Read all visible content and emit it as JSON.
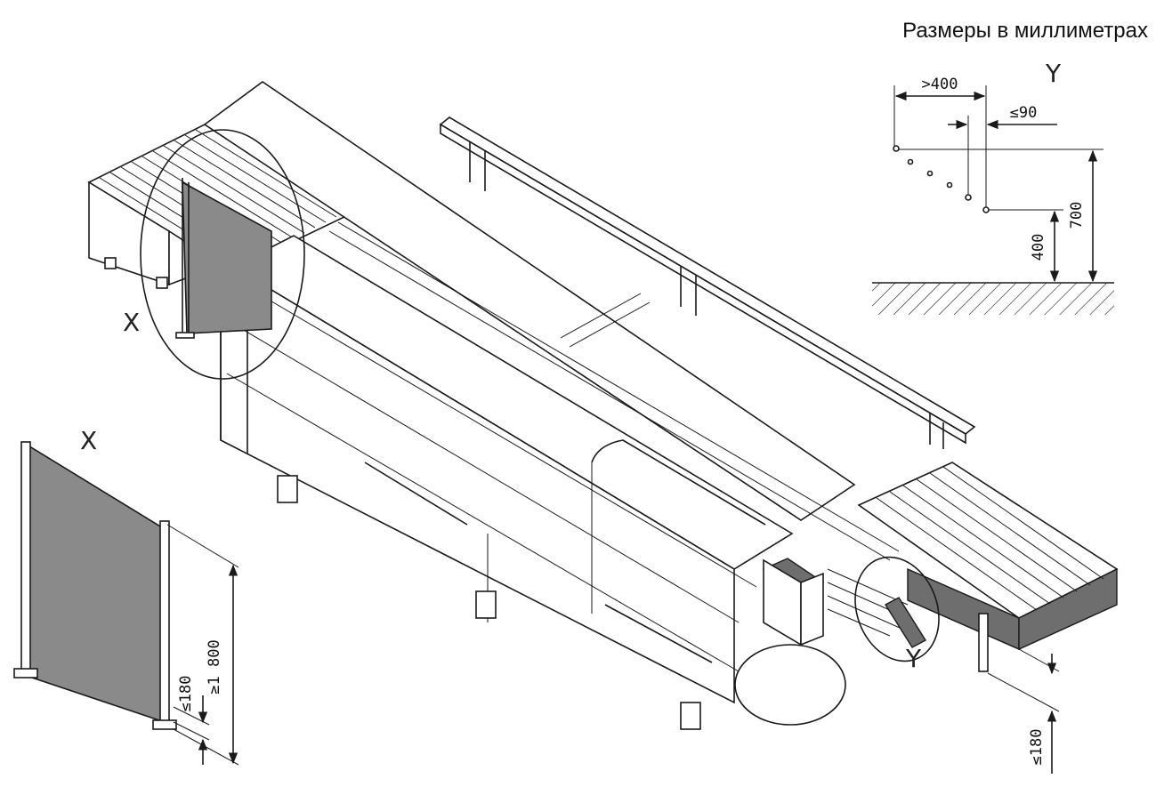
{
  "labels": {
    "units_note": "Размеры в миллиметрах",
    "callout_x": "X",
    "callout_x_detail": "X",
    "callout_y": "Y",
    "callout_y_detail": "Y"
  },
  "dimensions": {
    "y_horizontal_gap": ">400",
    "y_width": "≤90",
    "y_height_upper": "700",
    "y_height_lower": "400",
    "x_panel_height": "≥1 800",
    "x_bottom_gap": "≤180",
    "conveyor_bottom_gap": "≤180"
  }
}
